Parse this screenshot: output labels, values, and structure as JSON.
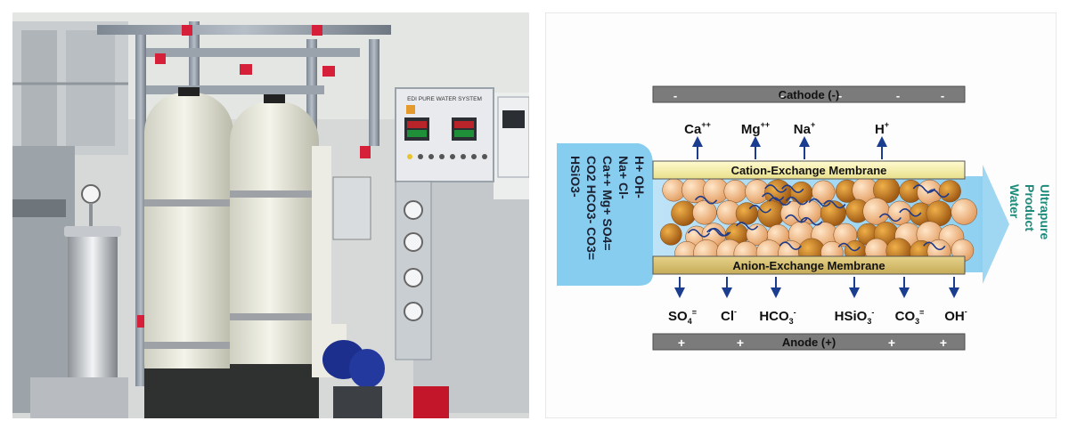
{
  "photo": {
    "panel_title": "EDI PURE WATER SYSTEM"
  },
  "diagram": {
    "cathode_label": "Cathode (-)",
    "anode_label": "Anode (+)",
    "cation_membrane_label": "Cation-Exchange Membrane",
    "anion_membrane_label": "Anion-Exchange Membrane",
    "cations": [
      {
        "base": "Ca",
        "sup": "++"
      },
      {
        "base": "Mg",
        "sup": "++"
      },
      {
        "base": "Na",
        "sup": "+"
      },
      {
        "base": "H",
        "sup": "+"
      }
    ],
    "anions": [
      {
        "base": "SO",
        "sub": "4",
        "sup": "="
      },
      {
        "base": "Cl",
        "sub": "",
        "sup": "-"
      },
      {
        "base": "HCO",
        "sub": "3",
        "sup": "-"
      },
      {
        "base": "HSiO",
        "sub": "3",
        "sup": "-"
      },
      {
        "base": "CO",
        "sub": "3",
        "sup": "="
      },
      {
        "base": "OH",
        "sub": "",
        "sup": "-"
      }
    ],
    "feed_lines": [
      "H+ OH-",
      "Na+ Cl-",
      "Ca++ Mg+ SO4=",
      "CO2 HCO3- CO3=",
      "HSiO3-"
    ],
    "product_lines": [
      "Ultrapure",
      "Product",
      "Water"
    ],
    "cathode_marks": "-",
    "anode_marks": "+",
    "colors": {
      "feed": "#7cc8ea",
      "membrane": "#f6f2b2",
      "electrode": "#6f6f6f",
      "text_product": "#1e8a7a",
      "arrow": "#1b3d8f"
    }
  }
}
